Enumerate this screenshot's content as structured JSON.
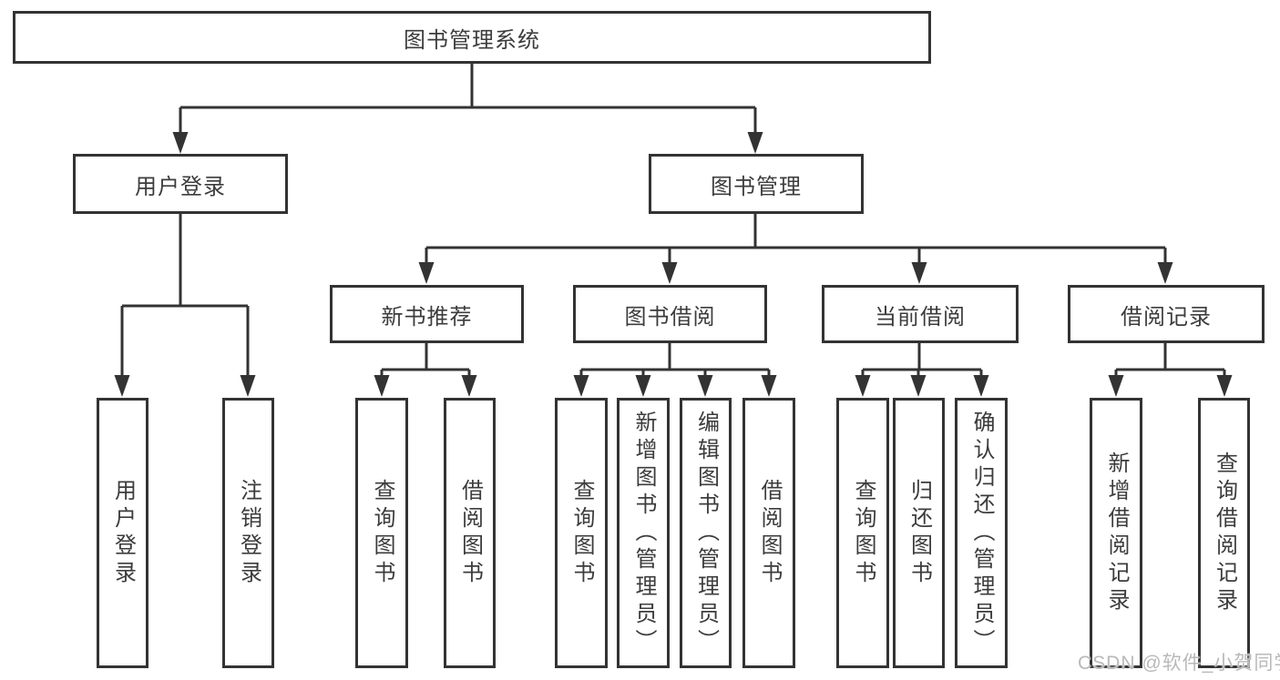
{
  "diagram": {
    "title_node": "图书管理系统",
    "user_login": {
      "label": "用户登录",
      "children": [
        "用户登录",
        "注销登录"
      ]
    },
    "book_mgmt": {
      "label": "图书管理",
      "sections": {
        "new_book_rec": {
          "label": "新书推荐",
          "children": [
            "查询图书",
            "借阅图书"
          ]
        },
        "book_borrow": {
          "label": "图书借阅",
          "children": [
            "查询图书",
            "新增图书（管理员）",
            "编辑图书（管理员）",
            "借阅图书"
          ]
        },
        "current_borrow": {
          "label": "当前借阅",
          "children": [
            "查询图书",
            "归还图书",
            "确认归还（管理员）"
          ]
        },
        "borrow_record": {
          "label": "借阅记录",
          "children": [
            "新增借阅记录",
            "查询借阅记录"
          ]
        }
      }
    }
  },
  "watermark": "CSDN @软件_小贺同学",
  "colors": {
    "line": "#333333",
    "box_border": "#333333",
    "text": "#3c3c3c",
    "background": "#ffffff",
    "watermark": "#b9b9b9"
  }
}
